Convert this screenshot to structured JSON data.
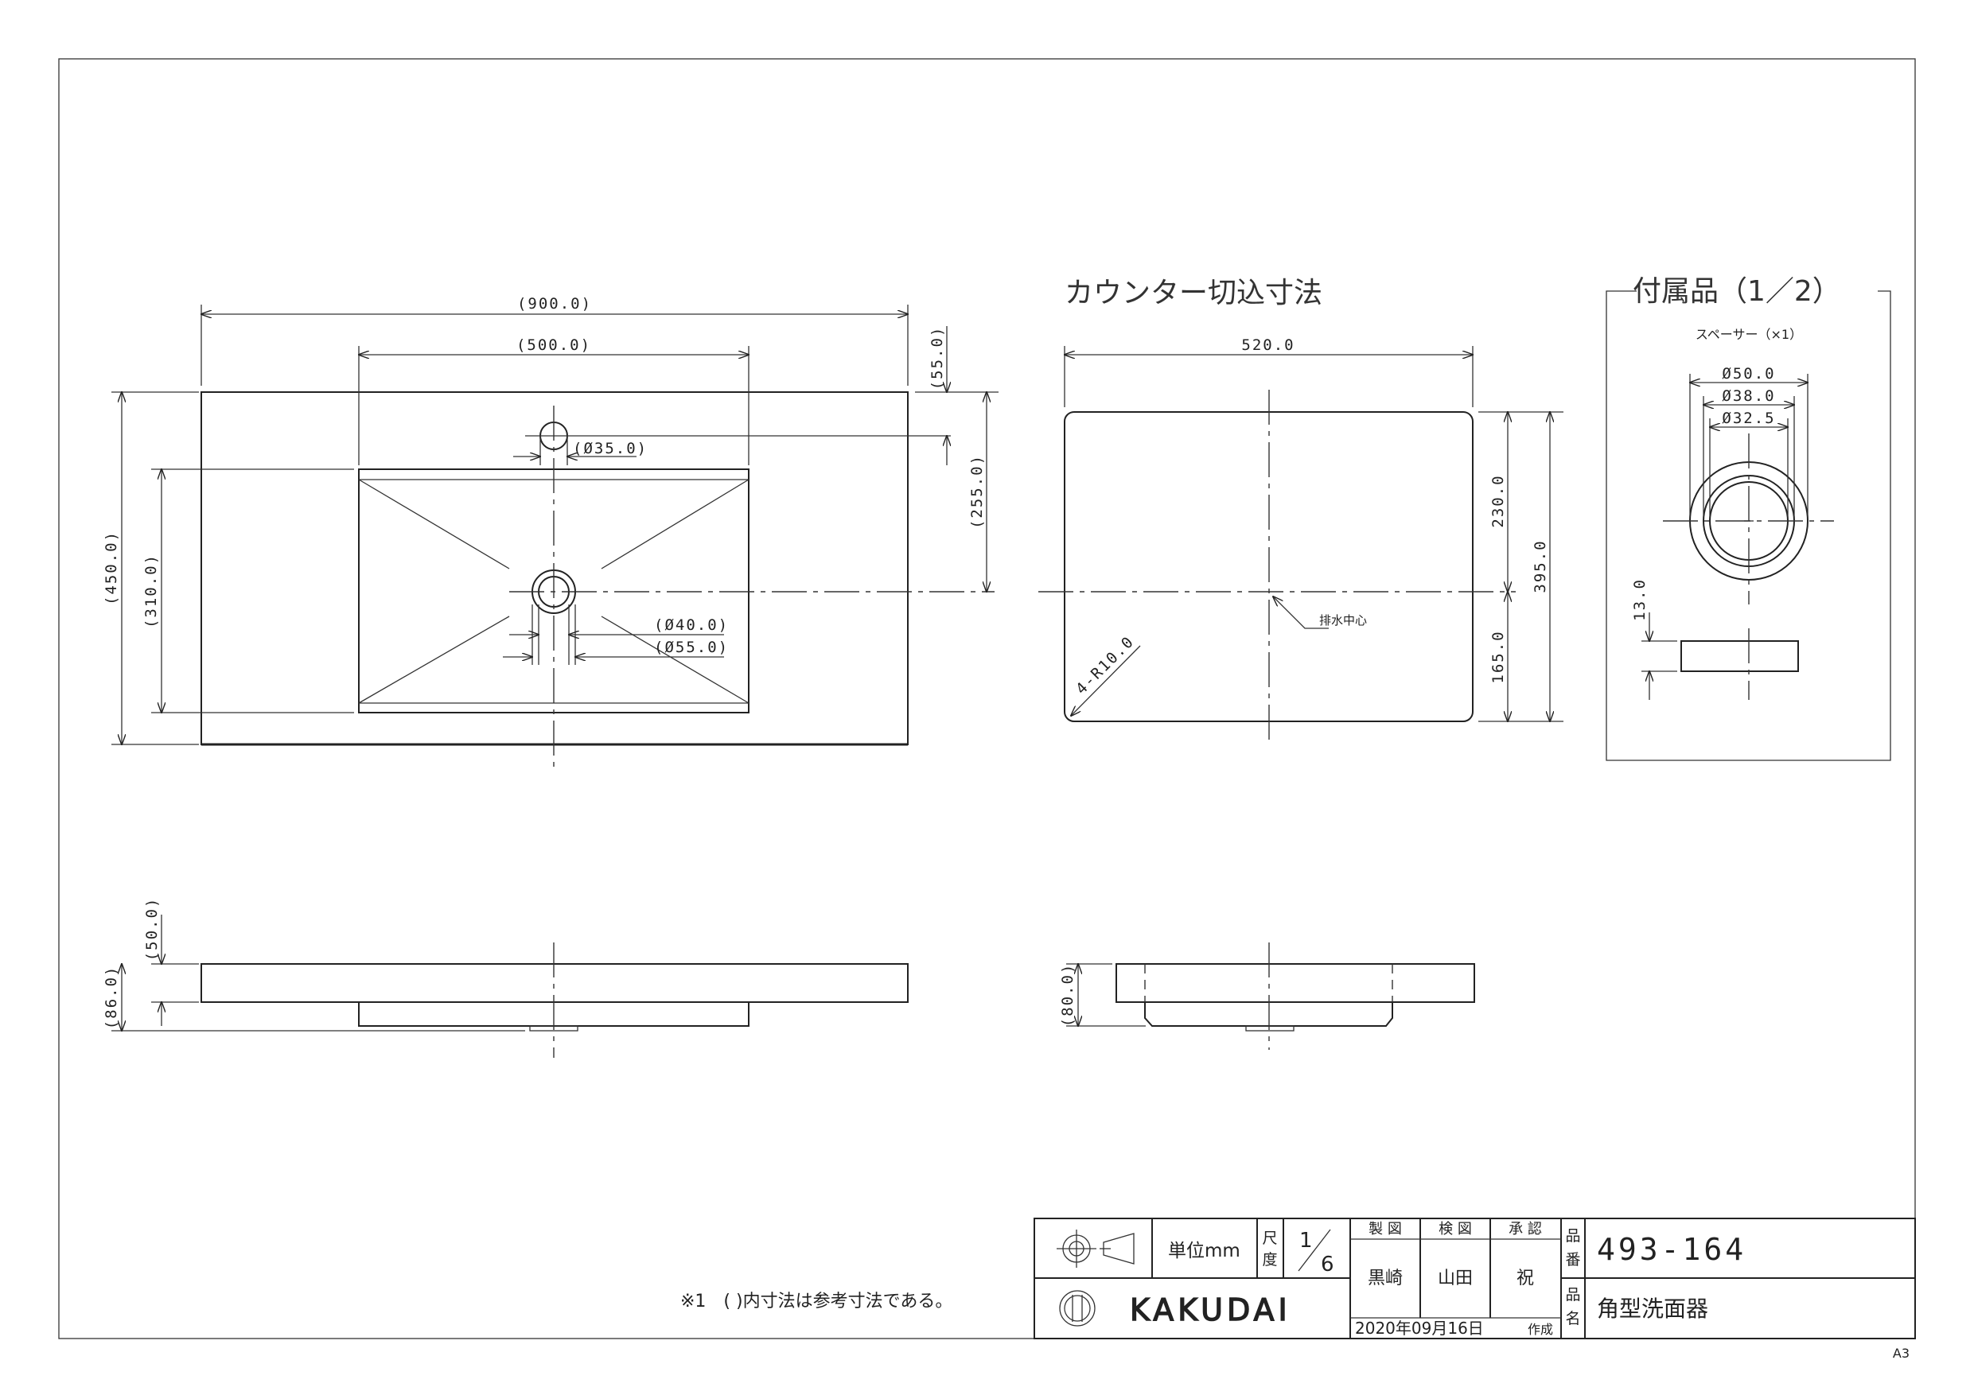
{
  "drawing": {
    "part_number": "493-164",
    "product_name": "角型洗面器",
    "note": "※1　( )内寸法は参考寸法である。",
    "sheet_size": "A3"
  },
  "title_block": {
    "unit_label": "単位mm",
    "scale_label": "尺度",
    "scale_num": "1",
    "scale_den": "6",
    "drawn_header": "製 図",
    "checked_header": "検 図",
    "approved_header": "承 認",
    "drawn_by": "黒崎",
    "checked_by": "山田",
    "approved_by": "祝",
    "part_no_label_1": "品",
    "part_no_label_2": "番",
    "name_label_1": "品",
    "name_label_2": "名",
    "date": "2020年09月16日",
    "date_suffix": "作成",
    "company": "KAKUDAI"
  },
  "top_view": {
    "width_overall": "(900.0)",
    "bowl_width": "(500.0)",
    "depth_overall": "(450.0)",
    "bowl_depth": "(310.0)",
    "faucet_offset": "(55.0)",
    "drain_offset": "(255.0)",
    "faucet_hole": "(Ø35.0)",
    "drain_inner": "(Ø40.0)",
    "drain_outer": "(Ø55.0)"
  },
  "side_view": {
    "thickness": "(50.0)",
    "total_height": "(86.0)"
  },
  "counter_cutout": {
    "title": "カウンター切込寸法",
    "width": "520.0",
    "front_to_center": "230.0",
    "center_to_back": "165.0",
    "depth": "395.0",
    "corner_radius": "4-R10.0",
    "drain_center_label": "排水中心",
    "side_height": "(80.0)"
  },
  "accessories": {
    "title": "付属品（1／2）",
    "item_label": "スペーサー（×1）",
    "outer_dia": "Ø50.0",
    "mid_dia": "Ø38.0",
    "inner_dia": "Ø32.5",
    "thickness": "13.0"
  }
}
